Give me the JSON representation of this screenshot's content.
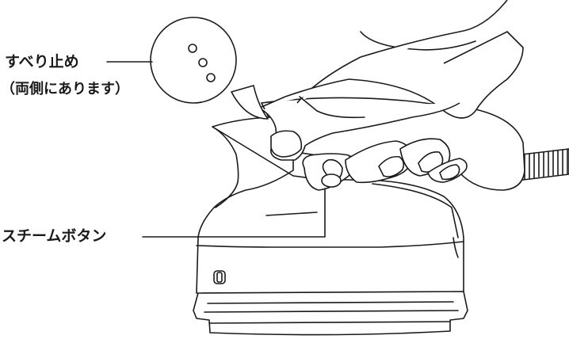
{
  "labels": {
    "non_slip": "すべり止め",
    "non_slip_note": "（両側にあります）",
    "steam_button": "スチームボタン"
  }
}
